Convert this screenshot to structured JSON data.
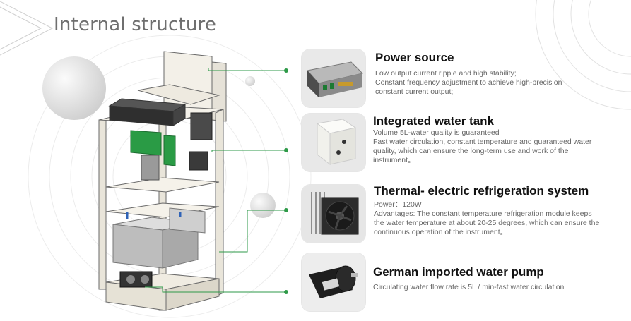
{
  "page": {
    "title": "Internal structure"
  },
  "features": [
    {
      "title": "Power source",
      "lines": [
        "Low output current ripple and high stability;",
        "Constant frequency adjustment to achieve high-precision",
        "constant current output;"
      ],
      "thumb_icon": "power-supply-icon"
    },
    {
      "title": "Integrated water tank",
      "lines": [
        "Volume 5L-water quality is guaranteed",
        "Fast water circulation, constant temperature and guaranteed water",
        "quality, which can ensure the long-term use and work of the",
        "instrument。"
      ],
      "thumb_icon": "water-tank-icon"
    },
    {
      "title": "Thermal- electric refrigeration system",
      "lines": [
        "Power：120W",
        "Advantages: The constant temperature refrigeration module keeps",
        "the water temperature at about 20-25 degrees, which can ensure the",
        "continuous operation of the instrument。"
      ],
      "thumb_icon": "cooling-fan-icon"
    },
    {
      "title": "German imported water pump",
      "lines": [
        "Circulating water flow rate is 5L / min-fast water circulation"
      ],
      "thumb_icon": "water-pump-icon"
    }
  ],
  "colors": {
    "accent": "#2e9a48",
    "title": "#6f6f6f",
    "text": "#666666"
  }
}
